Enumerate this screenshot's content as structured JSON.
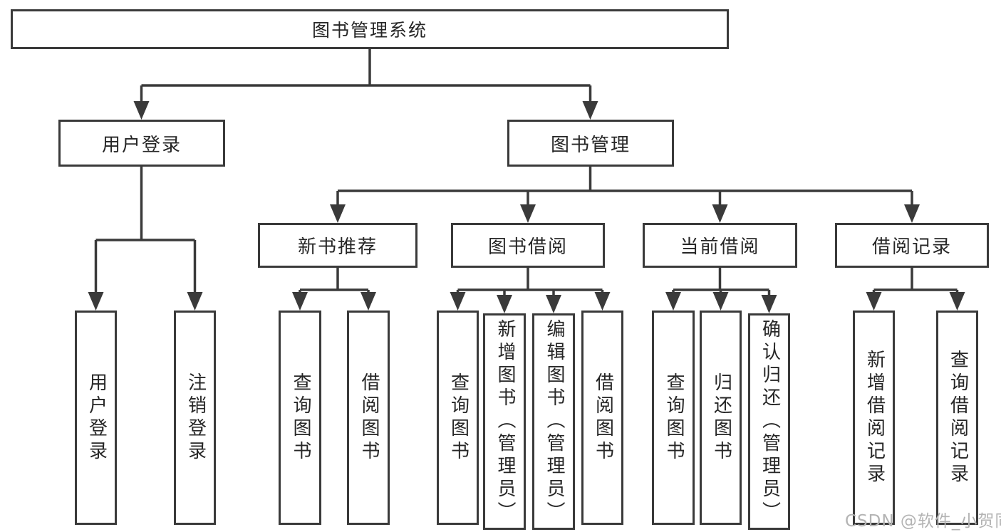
{
  "tree": {
    "root": {
      "label": "图书管理系统",
      "children": [
        {
          "label": "用户登录",
          "children": [
            {
              "label": "用户登录"
            },
            {
              "label": "注销登录"
            }
          ]
        },
        {
          "label": "图书管理",
          "children": [
            {
              "label": "新书推荐",
              "children": [
                {
                  "label": "查询图书"
                },
                {
                  "label": "借阅图书"
                }
              ]
            },
            {
              "label": "图书借阅",
              "children": [
                {
                  "label": "查询图书"
                },
                {
                  "label": "新增图书（管理员）"
                },
                {
                  "label": "编辑图书（管理员）"
                },
                {
                  "label": "借阅图书"
                }
              ]
            },
            {
              "label": "当前借阅",
              "children": [
                {
                  "label": "查询图书"
                },
                {
                  "label": "归还图书"
                },
                {
                  "label": "确认归还（管理员）"
                }
              ]
            },
            {
              "label": "借阅记录",
              "children": [
                {
                  "label": "新增借阅记录"
                },
                {
                  "label": "查询借阅记录"
                }
              ]
            }
          ]
        }
      ]
    }
  },
  "watermark": {
    "text": "CSDN @软件_小贺同学"
  },
  "colors": {
    "line": "#3a3a3a",
    "node_text": "#262626",
    "watermark": "#b3b3b3"
  }
}
